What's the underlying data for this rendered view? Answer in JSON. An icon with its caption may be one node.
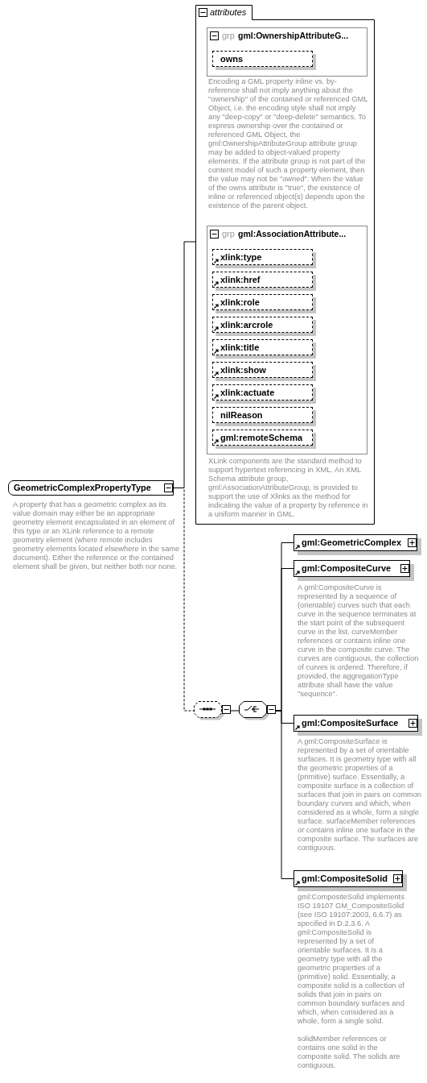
{
  "diagram": {
    "nodes": [
      {
        "text": [
          "GeometricComplexPropertyType"
        ],
        "beside": [
          "A property that has a geometric complex as its value domain may either be an appropriate geometry element encapsulated in an element of this type or an XLink reference to a remote geometry element (where remote includes geometry elements located elsewhere in the same document). Either the reference or the contained element shall be given, but neither both nor none."
        ]
      },
      {
        "text": [
          "attributes"
        ]
      },
      {
        "text": [
          "grp",
          "gml:OwnershipAttributeG..."
        ],
        "in": 1,
        "beside": [
          "Encoding a GML property inline vs. by-reference shall not imply anything about the \"ownership\" of the contained or referenced GML Object, i.e. the encoding style shall not imply any \"deep-copy\" or \"deep-delete\" semantics. To express ownership over the contained or referenced GML Object, the gml:OwnershipAttributeGroup attribute group may be added to object-valued property elements. If the attribute group is not part of the content model of such a property element, then the value may not be \"owned\". When the value of the owns attribute is \"true\", the existence of inline or referenced object(s) depends upon the existence of the parent object."
        ]
      },
      {
        "text": [
          "owns"
        ],
        "in": 2
      },
      {
        "text": [
          "grp",
          "gml:AssociationAttribute..."
        ],
        "in": 1,
        "beside": [
          "XLink components are the standard method to support hypertext referencing in XML. An XML Schema attribute group, gml:AssociationAttributeGroup, is provided to support the use of Xlinks as the method for indicating the value of a property by reference in a uniform manner in GML."
        ]
      },
      {
        "text": [
          "xlink:type"
        ],
        "in": 4
      },
      {
        "text": [
          "xlink:href"
        ],
        "in": 4
      },
      {
        "text": [
          "xlink:role"
        ],
        "in": 4
      },
      {
        "text": [
          "xlink:arcrole"
        ],
        "in": 4
      },
      {
        "text": [
          "xlink:title"
        ],
        "in": 4
      },
      {
        "text": [
          "xlink:show"
        ],
        "in": 4
      },
      {
        "text": [
          "xlink:actuate"
        ],
        "in": 4
      },
      {
        "text": [
          "nilReason"
        ],
        "in": 4
      },
      {
        "text": [
          "gml:remoteSchema"
        ],
        "in": 4
      },
      {
        "text": [],
        "shape": "octagon"
      },
      {
        "text": [],
        "shape": "octagon"
      },
      {
        "text": [
          "gml:GeometricComplex"
        ]
      },
      {
        "text": [
          "gml:CompositeCurve"
        ],
        "beside": [
          "A gml:CompositeCurve is represented by a sequence of (orientable) curves such that each curve in the sequence terminates at the start point of the subsequent curve in the list. curveMember references or contains inline one curve in the composite curve. The curves are contiguous, the collection of curves is ordered. Therefore, if provided, the aggregationType attribute shall have the value \"sequence\"."
        ]
      },
      {
        "text": [
          "gml:CompositeSurface"
        ],
        "beside": [
          "A gml:CompositeSurface is represented by a set of orientable surfaces. It is geometry type with all the geometric properties of a (primitive) surface. Essentially, a composite surface is a collection of surfaces that join in pairs on common boundary curves and which, when considered as a whole, form a single surface. surfaceMember references or contains inline one surface in the composite surface. The surfaces are contiguous."
        ]
      },
      {
        "text": [
          "gml:CompositeSolid"
        ],
        "beside": [
          "gml:CompositeSolid implements ISO 19107 GM_CompositeSolid (see ISO 19107:2003, 6.6.7) as specified in D.2.3.6. A gml:CompositeSolid is represented by a set of orientable surfaces. It is a geometry type with all the geometric properties of a (primitive) solid. Essentially, a composite solid is a collection of solids that join in pairs on common boundary surfaces and which, when considered as a whole, form a single solid.",
          "solidMember references or contains one solid in the composite solid. The solids are contiguous."
        ]
      }
    ],
    "edges": [
      {
        "from": 0,
        "to": 1,
        "arrow": "none"
      },
      {
        "from": 0,
        "to": 14,
        "arrow": "none",
        "style": "dashed"
      },
      {
        "from": 14,
        "to": 15,
        "arrow": "none"
      },
      {
        "from": 15,
        "to": 16,
        "arrow": "none"
      },
      {
        "from": 15,
        "to": 17,
        "arrow": "none"
      },
      {
        "from": 15,
        "to": 18,
        "arrow": "none"
      },
      {
        "from": 15,
        "to": 19,
        "arrow": "none"
      }
    ]
  }
}
